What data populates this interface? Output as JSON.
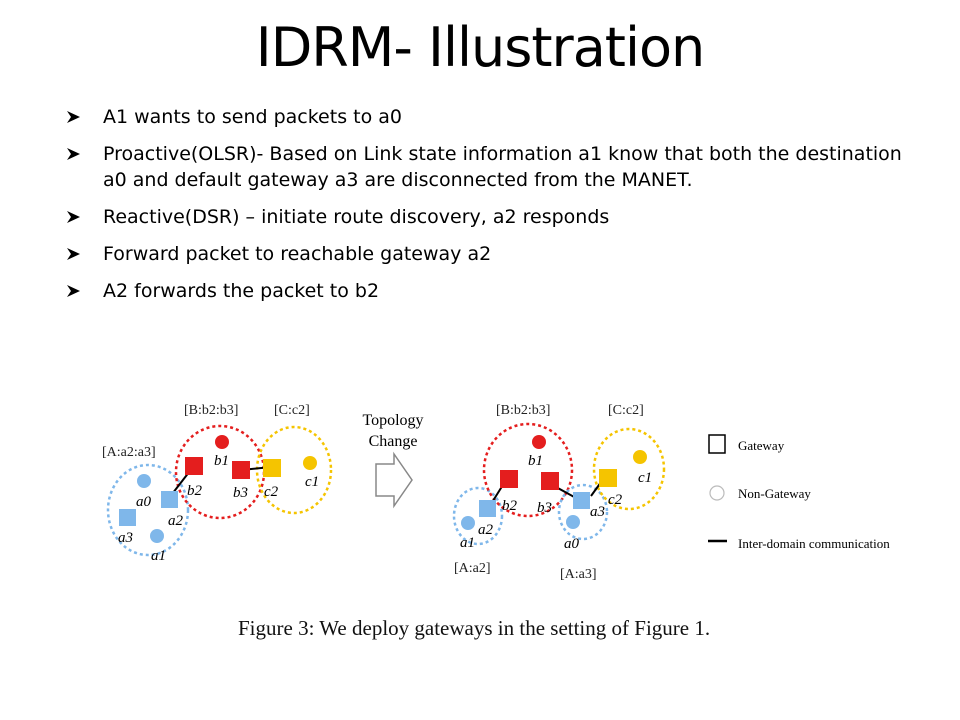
{
  "slide": {
    "title": "IDRM- Illustration",
    "bullets": [
      {
        "text": "A1 wants to send packets to a0"
      },
      {
        "text": "Proactive(OLSR)- Based on Link state information a1 know that both the destination a0 and default gateway a3 are disconnected from the MANET."
      },
      {
        "text": "Reactive(DSR) – initiate route discovery, a2 responds"
      },
      {
        "text": "Forward packet to reachable gateway a2"
      },
      {
        "text": "A2 forwards the packet to b2"
      }
    ]
  },
  "figure": {
    "caption": "Figure 3: We deploy gateways in the setting of Figure 1.",
    "arrow_label_line1": "Topology",
    "arrow_label_line2": "Change",
    "colors": {
      "domain_a": "#7fb7ea",
      "domain_b": "#e41e1e",
      "domain_c": "#f5c400",
      "edge": "#000000"
    },
    "before": {
      "domain_a_label": "[A:a2:a3]",
      "domain_b_label": "[B:b2:b3]",
      "domain_c_label": "[C:c2]",
      "nodes": {
        "a0": "a0",
        "a1": "a1",
        "a2": "a2",
        "a3": "a3",
        "b1": "b1",
        "b2": "b2",
        "b3": "b3",
        "c1": "c1",
        "c2": "c2"
      }
    },
    "after": {
      "domain_a_left_label": "[A:a2]",
      "domain_a_right_label": "[A:a3]",
      "domain_b_label": "[B:b2:b3]",
      "domain_c_label": "[C:c2]",
      "nodes": {
        "a0": "a0",
        "a1": "a1",
        "a2": "a2",
        "a3": "a3",
        "b1": "b1",
        "b2": "b2",
        "b3": "b3",
        "c1": "c1",
        "c2": "c2"
      }
    },
    "legend": {
      "gateway": "Gateway",
      "non_gateway": "Non-Gateway",
      "inter_domain": "Inter-domain communication"
    }
  }
}
